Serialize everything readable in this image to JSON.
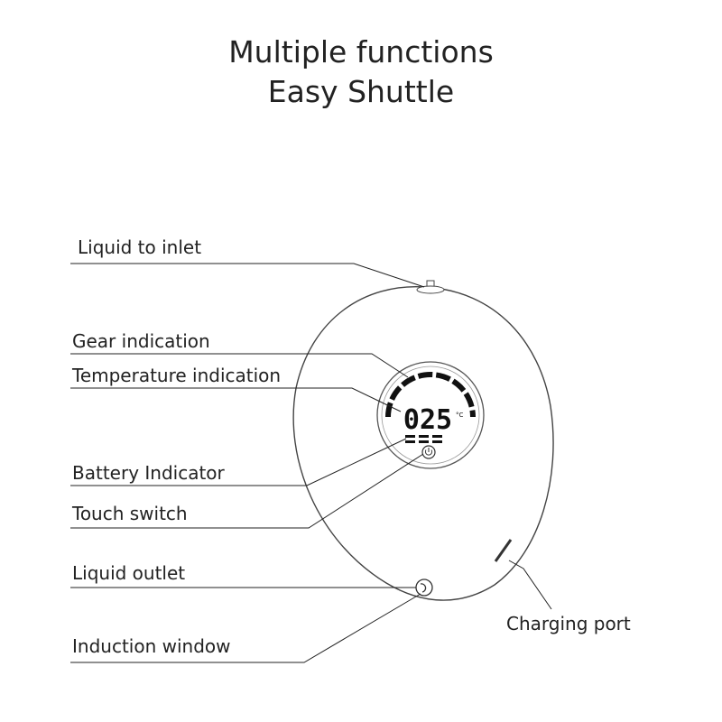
{
  "header": {
    "title_line1": "Multiple functions",
    "title_line2": "Easy Shuttle"
  },
  "labels": {
    "liquid_inlet": "Liquid to inlet",
    "gear_indication": "Gear indication",
    "temperature_indication": "Temperature indication",
    "battery_indicator": "Battery Indicator",
    "touch_switch": "Touch switch",
    "liquid_outlet": "Liquid outlet",
    "induction_window": "Induction window",
    "charging_port": "Charging port"
  },
  "display": {
    "temperature": "025",
    "unit": "°C"
  },
  "colors": {
    "line": "#222222",
    "outline": "#333333"
  }
}
